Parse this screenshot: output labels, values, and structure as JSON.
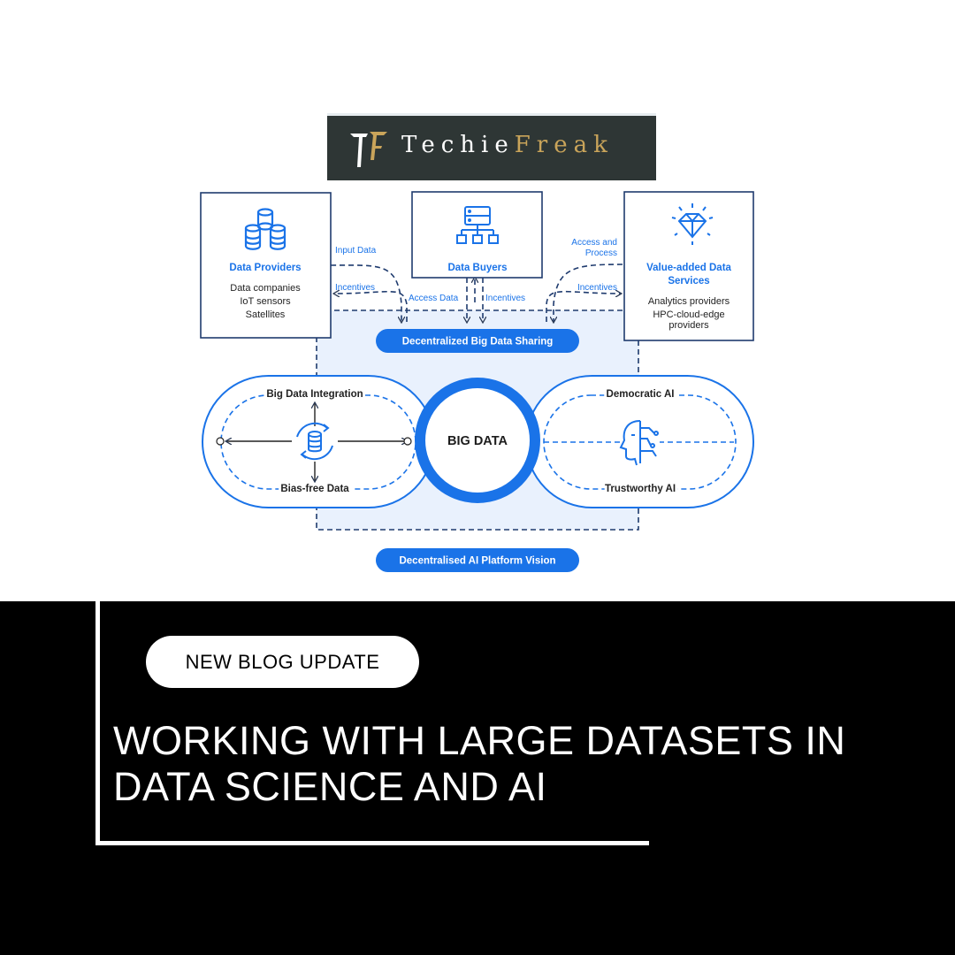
{
  "logo": {
    "part1": "Techie",
    "part2": "Freak",
    "mark": "T"
  },
  "colors": {
    "accent": "#1a73e8",
    "logo_bg": "#2e3635",
    "logo_gold": "#c9a45a",
    "band": "#000000"
  },
  "diagram": {
    "nodes": {
      "providers": {
        "title": "Data Providers",
        "lines": [
          "Data companies",
          "IoT sensors",
          "Satellites"
        ],
        "icon": "database-stack-icon"
      },
      "buyers": {
        "title": "Data Buyers",
        "icon": "server-network-icon"
      },
      "services": {
        "title_lines": [
          "Value-added Data",
          "Services"
        ],
        "lines": [
          "Analytics providers",
          "HPC-cloud-edge",
          "providers"
        ],
        "icon": "diamond-icon"
      }
    },
    "flows": {
      "input_data": "Input Data",
      "incentives": "Incentives",
      "access_data": "Access Data",
      "access_process_lines": [
        "Access and",
        "Process"
      ]
    },
    "sharing_label": "Decentralized Big Data Sharing",
    "center_label": "BIG DATA",
    "left_loop": {
      "top": "Big Data Integration",
      "bottom": "Bias-free Data",
      "icon": "database-sync-icon"
    },
    "right_loop": {
      "top": "Democratic AI",
      "bottom": "Trustworthy AI",
      "icon": "ai-face-icon"
    },
    "vision_label": "Decentralised AI Platform Vision"
  },
  "post": {
    "badge": "NEW BLOG UPDATE",
    "title_lines": [
      "WORKING WITH LARGE DATASETS IN",
      "DATA SCIENCE AND AI"
    ]
  }
}
